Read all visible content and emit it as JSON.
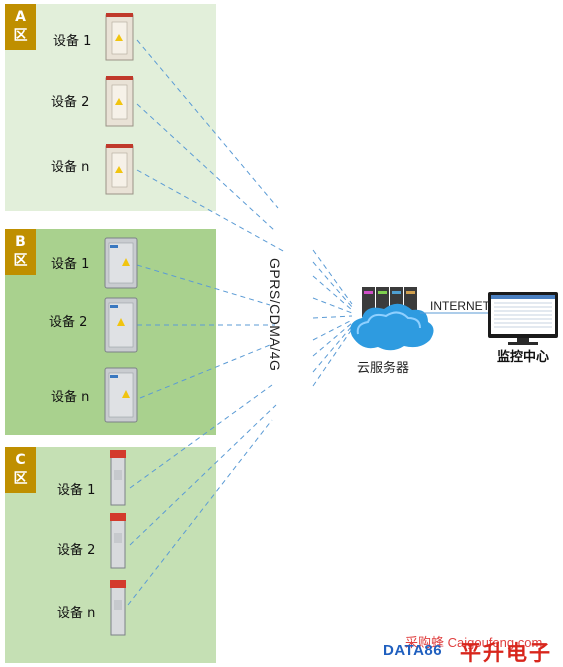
{
  "zones": [
    {
      "letter": "A",
      "suffix": "区",
      "devices": [
        "设备 1",
        "设备 2",
        "设备 n"
      ]
    },
    {
      "letter": "B",
      "suffix": "区",
      "devices": [
        "设备 1",
        "设备 2",
        "设备 n"
      ]
    },
    {
      "letter": "C",
      "suffix": "区",
      "devices": [
        "设备 1",
        "设备 2",
        "设备 n"
      ]
    }
  ],
  "network_label": "GPRS/CDMA/4G",
  "internet_label": "INTERNET",
  "cloud_label": "云服务器",
  "monitor_label": "监控中心",
  "watermark": "采购蜂 Caigoufeng.com",
  "brand": {
    "latin": "DATA86",
    "chinese": "平升电子"
  },
  "colors": {
    "zone_a": "#e2efda",
    "zone_b": "#a9d18e",
    "zone_c": "#c5e0b4",
    "zone_tag": "#bf8f00",
    "link_line": "#5b9bd5",
    "cloud": "#2e9be0"
  }
}
